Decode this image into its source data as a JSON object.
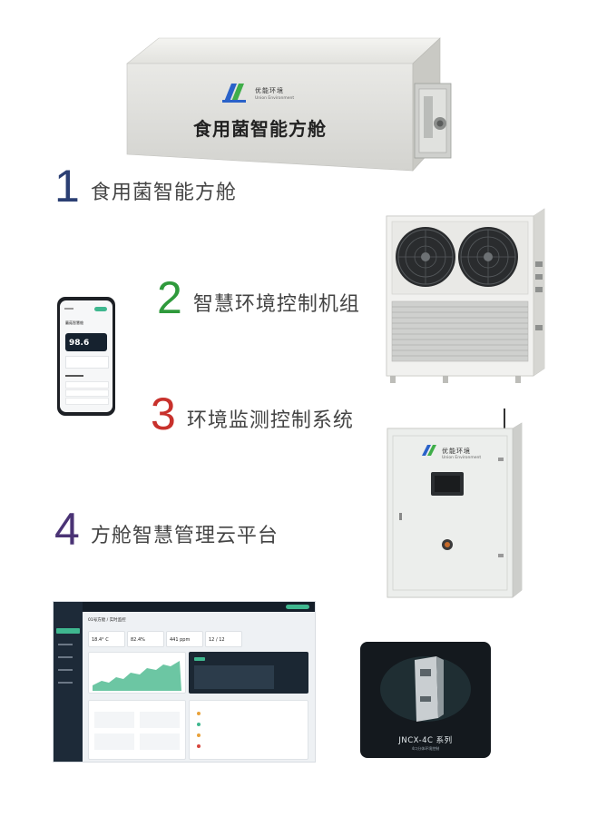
{
  "items": [
    {
      "number": "1",
      "label": "食用菌智能方舱",
      "color": "#2b3f73"
    },
    {
      "number": "2",
      "label": "智慧环境控制机组",
      "color": "#2f9a3c"
    },
    {
      "number": "3",
      "label": "环境监测控制系统",
      "color": "#c8312c"
    },
    {
      "number": "4",
      "label": "方舱智慧管理云平台",
      "color": "#4a3375"
    }
  ],
  "cabin": {
    "label": "食用菌智能方舱"
  },
  "brand": {
    "name": "优能环境",
    "sub": "Union Environment"
  },
  "phone": {
    "title": "蘑菇智慧舱",
    "value": "98.6"
  },
  "dashboard": {
    "title": "01号方舱 / 实时监控",
    "kpis": [
      "18.4° C",
      "82.4%",
      "441 ppm",
      "12 / 12"
    ]
  },
  "product_card": {
    "name": "JNCX-4C 系列",
    "sub": "4口分体环境控制"
  },
  "colors": {
    "logo_blue": "#2a62c9",
    "logo_green": "#3fae49",
    "panel_dark": "#1d2a38",
    "accent_green": "#3fb78f"
  }
}
